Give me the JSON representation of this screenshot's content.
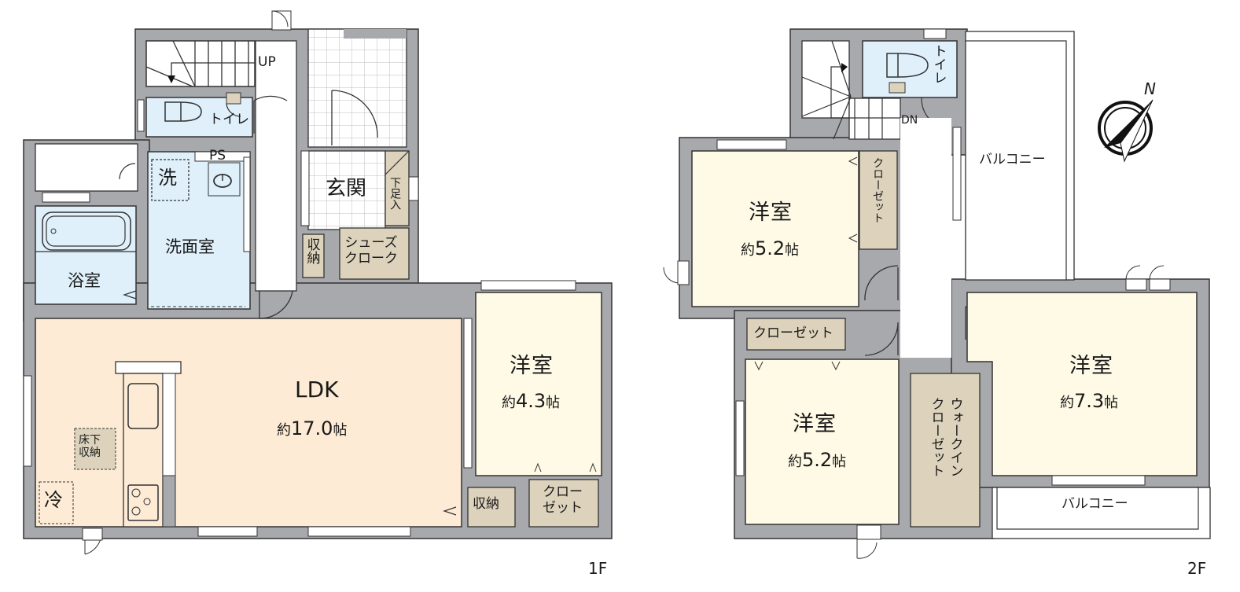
{
  "colors": {
    "wall": "#a8a9ad",
    "wall_outline": "#333333",
    "ldk_floor": "#fdebd5",
    "western_room_floor": "#fefae6",
    "wet_area_floor": "#dff0fb",
    "storage_floor": "#ddd3bc",
    "balcony_floor": "#ffffff"
  },
  "floor1": {
    "label": "1F",
    "stairs_label": "UP",
    "toilet": "トイレ",
    "ps": "PS",
    "washer": "洗",
    "washroom": "洗面室",
    "bath": "浴室",
    "entrance": "玄関",
    "shoe_rack": "下足入",
    "shoe_closet": "シューズクローク",
    "shoe_closet_line1": "シューズ",
    "shoe_closet_line2": "クローク",
    "storage_hall": "収納",
    "ldk": {
      "name": "LDK",
      "prefix": "約",
      "size": "17.0",
      "unit": "帖"
    },
    "underfloor_storage_line1": "床下",
    "underfloor_storage_line2": "収納",
    "fridge": "冷",
    "western_room": {
      "name": "洋室",
      "prefix": "約",
      "size": "4.3",
      "unit": "帖"
    },
    "storage_ldk": "収納",
    "closet_line1": "クロー",
    "closet_line2": "ゼット"
  },
  "floor2": {
    "label": "2F",
    "stairs_label": "DN",
    "toilet": "トイレ",
    "balcony_north": "バルコニー",
    "balcony_south": "バルコニー",
    "compass_label": "N",
    "room_nw": {
      "name": "洋室",
      "prefix": "約",
      "size": "5.2",
      "unit": "帖",
      "closet": "クローゼット"
    },
    "room_sw": {
      "name": "洋室",
      "prefix": "約",
      "size": "5.2",
      "unit": "帖",
      "closet": "クローゼット"
    },
    "room_e": {
      "name": "洋室",
      "prefix": "約",
      "size": "7.3",
      "unit": "帖"
    },
    "walk_in_closet_line1": "ウォークイン",
    "walk_in_closet_line2": "クローゼット"
  }
}
